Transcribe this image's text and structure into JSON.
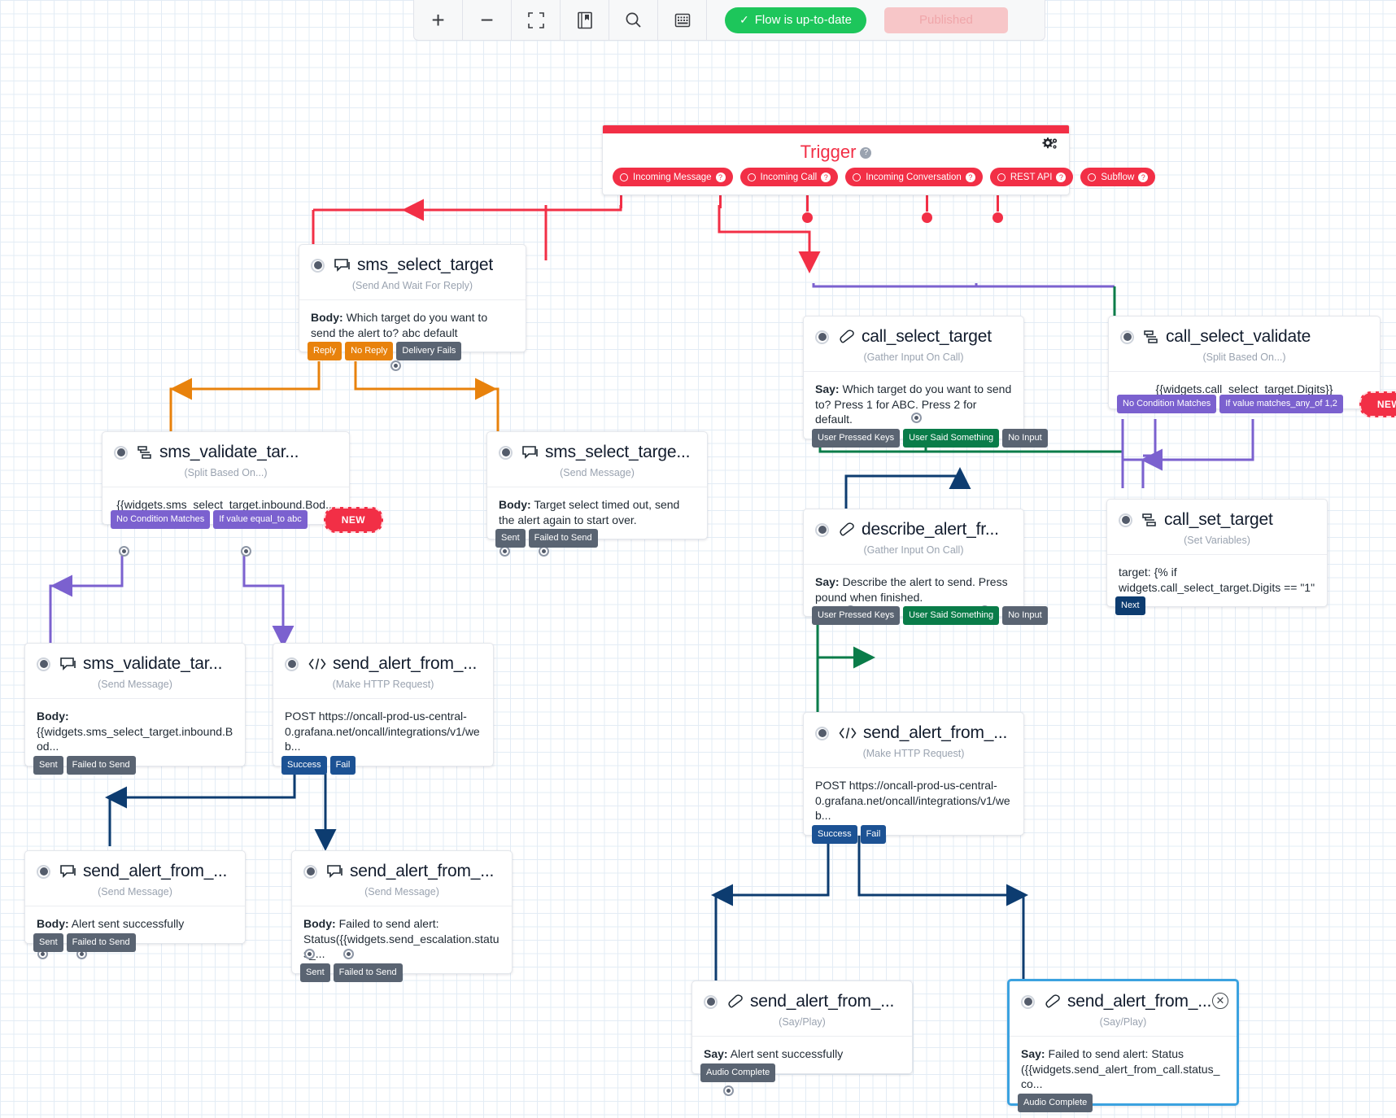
{
  "toolbar": {
    "zoom_in_label": "+",
    "zoom_out_label": "−",
    "fit_label": "fit-screen-icon",
    "library_label": "widget-library-icon",
    "search_label": "search-icon",
    "grid_label": "grid-icon",
    "flow_status": "Flow is up-to-date",
    "flow_status_check": "✓",
    "publish_label": "Published",
    "status_color": "#1dc65b",
    "publish_color": "#f7c6c8"
  },
  "trigger": {
    "title": "Trigger",
    "help": "?",
    "accent_color": "#f22f46",
    "pills": [
      {
        "label": "Incoming Message"
      },
      {
        "label": "Incoming Call"
      },
      {
        "label": "Incoming Conversation"
      },
      {
        "label": "REST API"
      },
      {
        "label": "Subflow"
      }
    ]
  },
  "nodes": [
    {
      "id": "sms_select_target",
      "name": "sms_select_target",
      "icon": "chat-icon",
      "subtitle": "(Send And Wait For Reply)",
      "body_label": "Body:",
      "body_text": "Which target do you want to send the alert to? abc default",
      "pills": [
        {
          "label": "Reply",
          "color": "orange"
        },
        {
          "label": "No Reply",
          "color": "orange"
        },
        {
          "label": "Delivery Fails",
          "color": "gray"
        }
      ]
    },
    {
      "id": "sms_validate_target",
      "name": "sms_validate_tar...",
      "icon": "split-icon",
      "subtitle": "(Split Based On...)",
      "body_label": "",
      "body_text": "{{widgets.sms_select_target.inbound.Bod...",
      "pills": [
        {
          "label": "No Condition Matches",
          "color": "purple"
        },
        {
          "label": "If value equal_to abc",
          "color": "purple"
        }
      ],
      "new_pill": "NEW"
    },
    {
      "id": "sms_select_target_timeout",
      "name": "sms_select_targe...",
      "icon": "chat-icon",
      "subtitle": "(Send Message)",
      "body_label": "Body:",
      "body_text": "Target select timed out, send the alert again to start over.",
      "pills": [
        {
          "label": "Sent",
          "color": "gray"
        },
        {
          "label": "Failed to Send",
          "color": "gray"
        }
      ]
    },
    {
      "id": "sms_validate_target_fail",
      "name": "sms_validate_tar...",
      "icon": "chat-icon",
      "subtitle": "(Send Message)",
      "body_label": "Body:",
      "body_text": "{{widgets.sms_select_target.inbound.Bod...",
      "pills": [
        {
          "label": "Sent",
          "color": "gray"
        },
        {
          "label": "Failed to Send",
          "color": "gray"
        }
      ]
    },
    {
      "id": "send_alert_from_sms_http",
      "name": "send_alert_from_...",
      "icon": "code-icon",
      "subtitle": "(Make HTTP Request)",
      "body_label": "",
      "body_text": "POST https://oncall-prod-us-central-0.grafana.net/oncall/integrations/v1/web...",
      "pills": [
        {
          "label": "Success",
          "color": "blue"
        },
        {
          "label": "Fail",
          "color": "blue"
        }
      ]
    },
    {
      "id": "send_alert_from_sms_success",
      "name": "send_alert_from_...",
      "icon": "chat-icon",
      "subtitle": "(Send Message)",
      "body_label": "Body:",
      "body_text": "Alert sent successfully",
      "pills": [
        {
          "label": "Sent",
          "color": "gray"
        },
        {
          "label": "Failed to Send",
          "color": "gray"
        }
      ]
    },
    {
      "id": "send_alert_from_sms_fail",
      "name": "send_alert_from_...",
      "icon": "chat-icon",
      "subtitle": "(Send Message)",
      "body_label": "Body:",
      "body_text": "Failed to send alert: Status({{widgets.send_escalation.status_...",
      "pills": [
        {
          "label": "Sent",
          "color": "gray"
        },
        {
          "label": "Failed to Send",
          "color": "gray"
        }
      ]
    },
    {
      "id": "call_select_target",
      "name": "call_select_target",
      "icon": "phone-icon",
      "subtitle": "(Gather Input On Call)",
      "body_label": "Say:",
      "body_text": "Which target do you want to send to? Press 1 for ABC. Press 2 for default.",
      "pills": [
        {
          "label": "User Pressed Keys",
          "color": "gray"
        },
        {
          "label": "User Said Something",
          "color": "green"
        },
        {
          "label": "No Input",
          "color": "gray"
        }
      ]
    },
    {
      "id": "call_select_validate",
      "name": "call_select_validate",
      "icon": "split-icon",
      "subtitle": "(Split Based On...)",
      "body_label": "",
      "body_text": "{{widgets.call_select_target.Digits}}",
      "pills": [
        {
          "label": "No Condition Matches",
          "color": "purple"
        },
        {
          "label": "If value matches_any_of 1,2",
          "color": "purple"
        }
      ],
      "new_pill": "NEW"
    },
    {
      "id": "describe_alert_from_call",
      "name": "describe_alert_fr...",
      "icon": "phone-icon",
      "subtitle": "(Gather Input On Call)",
      "body_label": "Say:",
      "body_text": "Describe the alert to send. Press pound when finished.",
      "pills": [
        {
          "label": "User Pressed Keys",
          "color": "gray"
        },
        {
          "label": "User Said Something",
          "color": "green"
        },
        {
          "label": "No Input",
          "color": "gray"
        }
      ]
    },
    {
      "id": "call_set_target",
      "name": "call_set_target",
      "icon": "split-icon",
      "subtitle": "(Set Variables)",
      "body_label": "",
      "body_text": "target: {% if widgets.call_select_target.Digits == \"1\"",
      "pills": [
        {
          "label": "Next",
          "color": "darkblue"
        }
      ]
    },
    {
      "id": "send_alert_from_call_http",
      "name": "send_alert_from_...",
      "icon": "code-icon",
      "subtitle": "(Make HTTP Request)",
      "body_label": "",
      "body_text": "POST https://oncall-prod-us-central-0.grafana.net/oncall/integrations/v1/web...",
      "pills": [
        {
          "label": "Success",
          "color": "blue"
        },
        {
          "label": "Fail",
          "color": "blue"
        }
      ]
    },
    {
      "id": "send_alert_from_call_success",
      "name": "send_alert_from_...",
      "icon": "phone-icon",
      "subtitle": "(Say/Play)",
      "body_label": "Say:",
      "body_text": "Alert sent successfully",
      "pills": [
        {
          "label": "Audio Complete",
          "color": "gray"
        }
      ]
    },
    {
      "id": "send_alert_from_call_fail",
      "name": "send_alert_from_...",
      "icon": "phone-icon",
      "subtitle": "(Say/Play)",
      "body_label": "Say:",
      "body_text": "Failed to send alert: Status ({{widgets.send_alert_from_call.status_co...",
      "pills": [
        {
          "label": "Audio Complete",
          "color": "gray"
        }
      ],
      "selected": true,
      "close_label": "✕"
    }
  ]
}
